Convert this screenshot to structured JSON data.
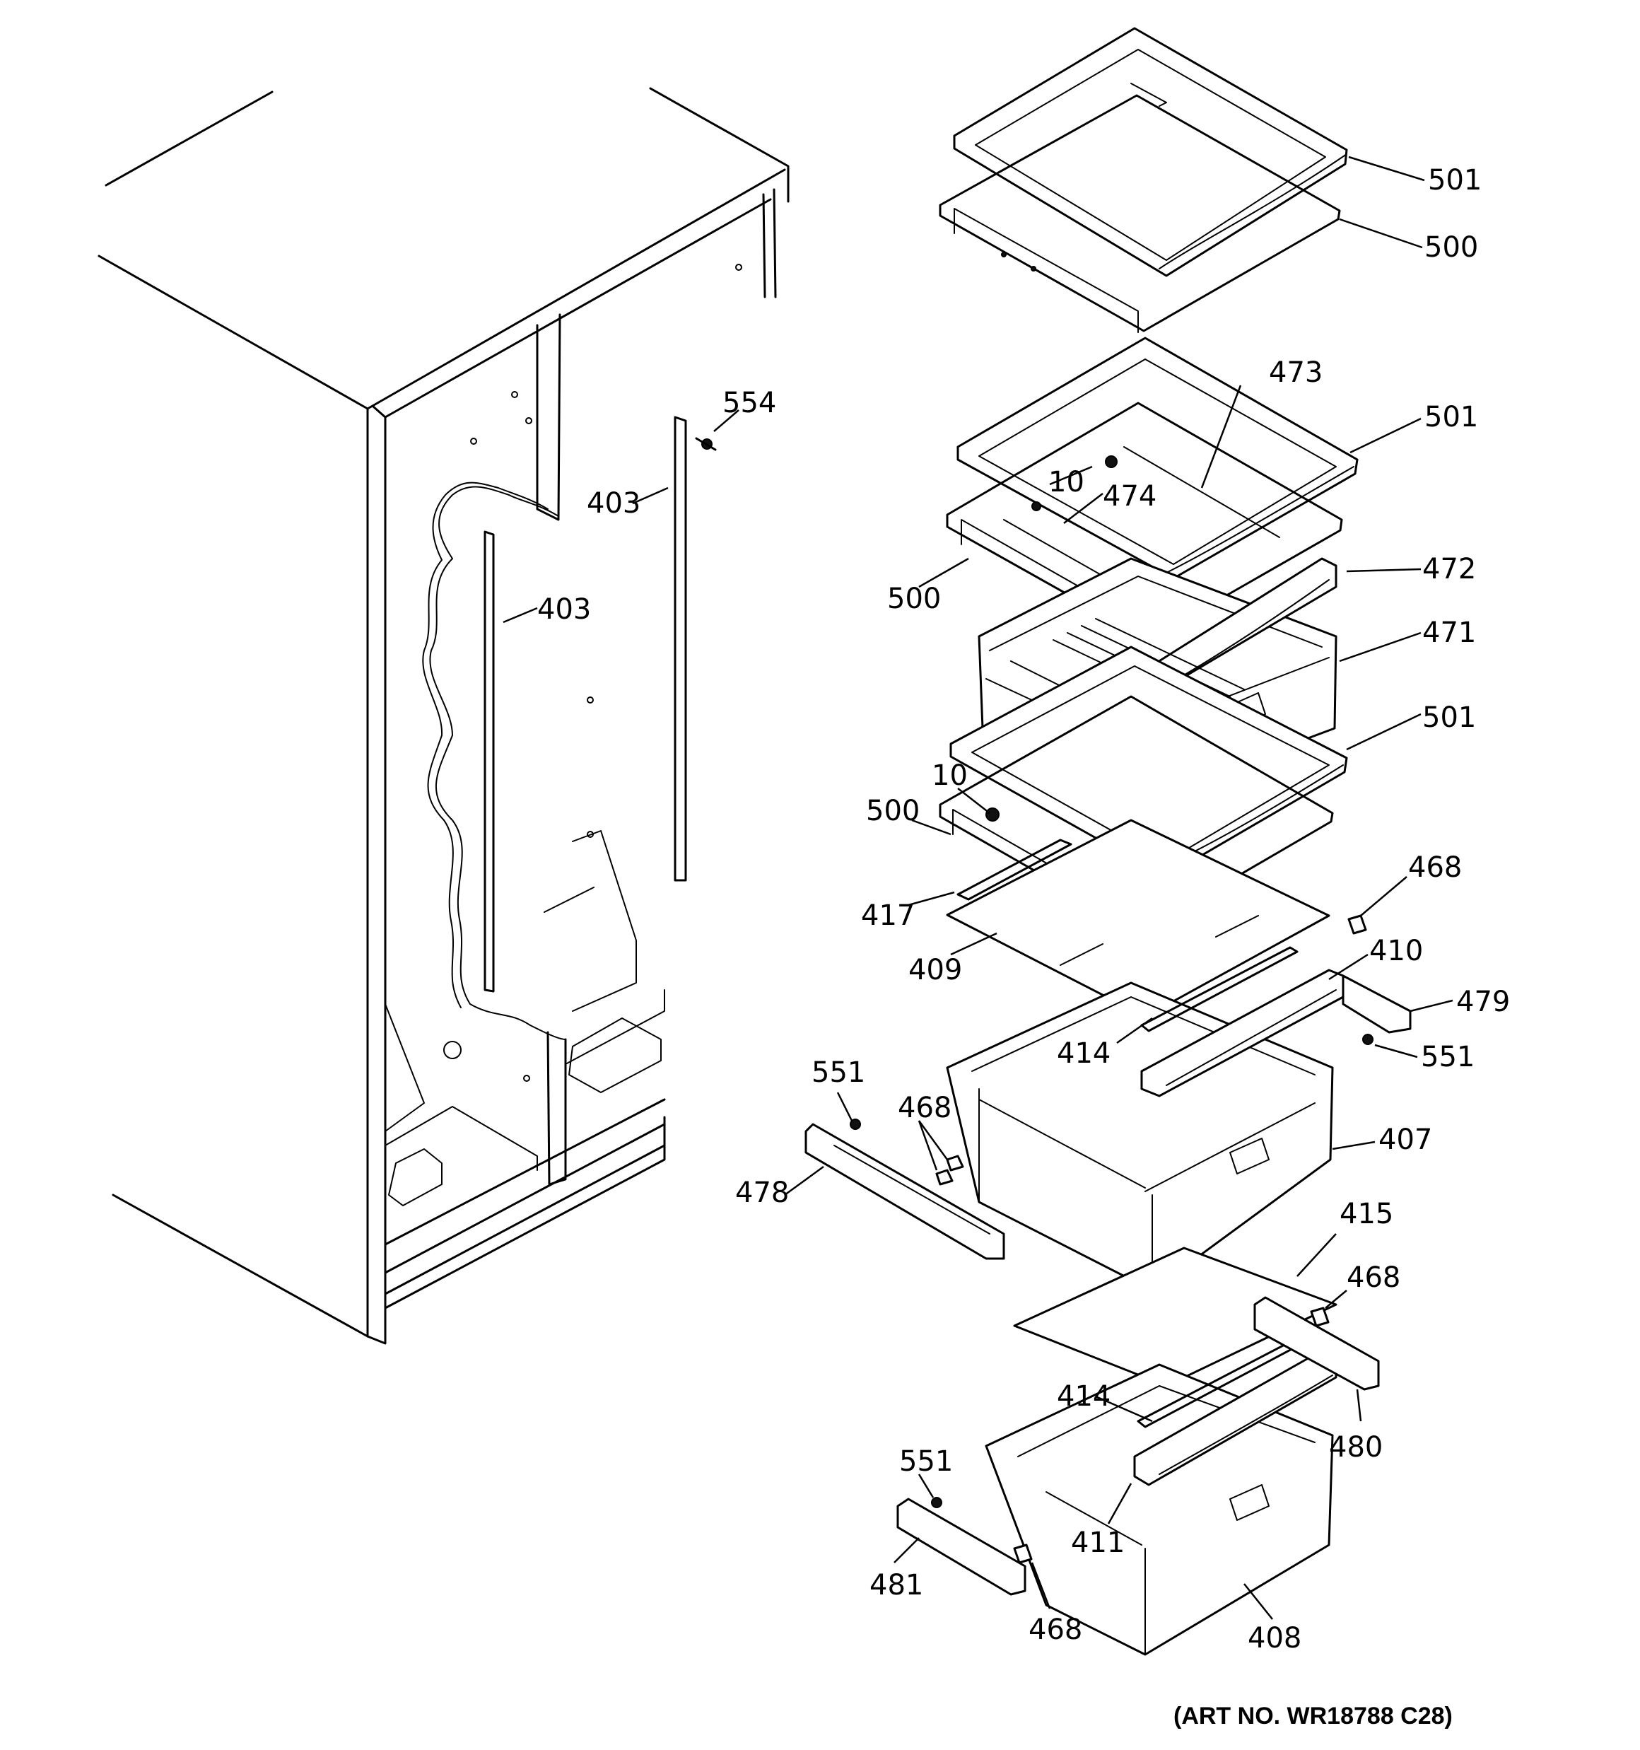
{
  "callouts": [
    "501",
    "500",
    "473",
    "501",
    "10",
    "474",
    "500",
    "472",
    "471",
    "501",
    "10",
    "500",
    "554",
    "403",
    "403",
    "468",
    "417",
    "410",
    "409",
    "479",
    "414",
    "551",
    "551",
    "468",
    "407",
    "478",
    "415",
    "468",
    "414",
    "480",
    "551",
    "411",
    "481",
    "468",
    "408"
  ],
  "art_number": "(ART NO. WR18788 C28)"
}
